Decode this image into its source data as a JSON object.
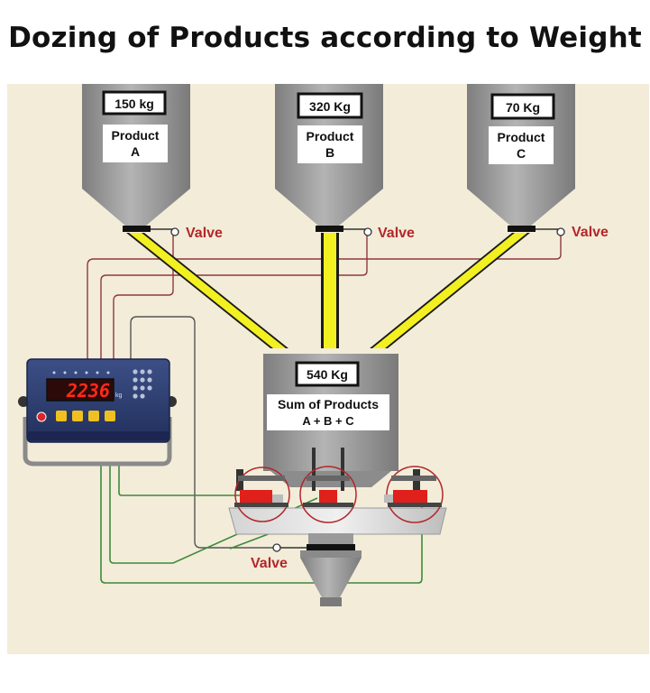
{
  "title": "Dozing of Products according to Weight",
  "hoppers": [
    {
      "weight": "150 kg",
      "product_line1": "Product",
      "product_line2": "A"
    },
    {
      "weight": "320 Kg",
      "product_line1": "Product",
      "product_line2": "B"
    },
    {
      "weight": "70 Kg",
      "product_line1": "Product",
      "product_line2": "C"
    }
  ],
  "valve_label": "Valve",
  "mixer": {
    "weight": "540 Kg",
    "line1": "Sum of Products",
    "line2": "A + B + C"
  },
  "indicator": {
    "display": "2236",
    "unit": "kg"
  },
  "colors": {
    "background": "#f3ecd9",
    "hopper_gray": "#9a9a9a",
    "chute_yellow": "#f2f020",
    "valve_text": "#b3262a",
    "wire_red": "#8e3a3a",
    "wire_green": "#3c8a3a",
    "load_cell_red": "#e0201a"
  }
}
